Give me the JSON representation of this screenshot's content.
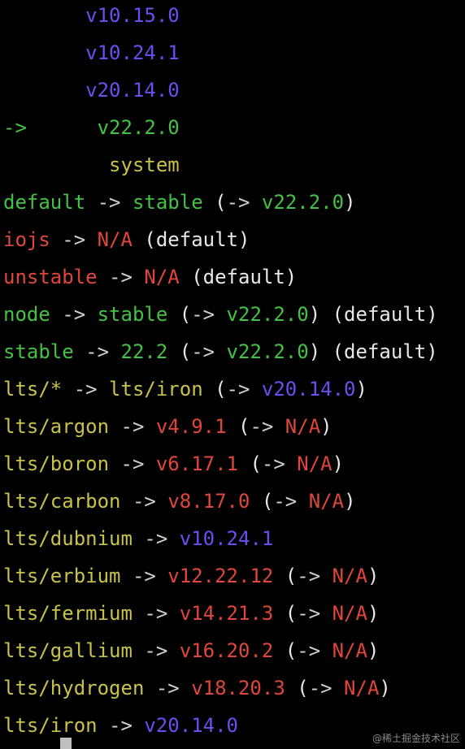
{
  "colors": {
    "background": "#000000",
    "version": "#6a4ff0",
    "green": "#44c244",
    "yellow": "#c8c24a",
    "red": "#e0463a",
    "white": "#e8e8e8"
  },
  "lines": [
    {
      "segments": [
        {
          "text": "       v10.15.0",
          "color": "version"
        }
      ]
    },
    {
      "segments": [
        {
          "text": "       v10.24.1",
          "color": "version"
        }
      ]
    },
    {
      "segments": [
        {
          "text": "       v20.14.0",
          "color": "version"
        }
      ]
    },
    {
      "segments": [
        {
          "text": "->      v22.2.0",
          "color": "green"
        }
      ]
    },
    {
      "segments": [
        {
          "text": "         system",
          "color": "yellow"
        }
      ]
    },
    {
      "segments": [
        {
          "text": "default",
          "color": "green"
        },
        {
          "text": " -> ",
          "color": "gray"
        },
        {
          "text": "stable",
          "color": "green"
        },
        {
          "text": " (",
          "color": "white"
        },
        {
          "text": "->",
          "color": "gray"
        },
        {
          "text": " v22.2.0",
          "color": "green"
        },
        {
          "text": ")",
          "color": "white"
        }
      ]
    },
    {
      "segments": [
        {
          "text": "iojs",
          "color": "red"
        },
        {
          "text": " -> ",
          "color": "gray"
        },
        {
          "text": "N/A",
          "color": "red"
        },
        {
          "text": " (default)",
          "color": "white"
        }
      ]
    },
    {
      "segments": [
        {
          "text": "unstable",
          "color": "red"
        },
        {
          "text": " -> ",
          "color": "gray"
        },
        {
          "text": "N/A",
          "color": "red"
        },
        {
          "text": " (default)",
          "color": "white"
        }
      ]
    },
    {
      "segments": [
        {
          "text": "node",
          "color": "green"
        },
        {
          "text": " -> ",
          "color": "gray"
        },
        {
          "text": "stable",
          "color": "green"
        },
        {
          "text": " (",
          "color": "white"
        },
        {
          "text": "->",
          "color": "gray"
        },
        {
          "text": " v22.2.0",
          "color": "green"
        },
        {
          "text": ") (default)",
          "color": "white"
        }
      ]
    },
    {
      "segments": [
        {
          "text": "stable",
          "color": "green"
        },
        {
          "text": " -> ",
          "color": "gray"
        },
        {
          "text": "22.2",
          "color": "green"
        },
        {
          "text": " (",
          "color": "white"
        },
        {
          "text": "->",
          "color": "gray"
        },
        {
          "text": " v22.2.0",
          "color": "green"
        },
        {
          "text": ") (default)",
          "color": "white"
        }
      ]
    },
    {
      "segments": [
        {
          "text": "lts/*",
          "color": "yellow"
        },
        {
          "text": " -> ",
          "color": "gray"
        },
        {
          "text": "lts/iron",
          "color": "yellow"
        },
        {
          "text": " (",
          "color": "white"
        },
        {
          "text": "->",
          "color": "gray"
        },
        {
          "text": " v20.14.0",
          "color": "version"
        },
        {
          "text": ")",
          "color": "white"
        }
      ]
    },
    {
      "segments": [
        {
          "text": "lts/argon",
          "color": "yellow"
        },
        {
          "text": " -> ",
          "color": "gray"
        },
        {
          "text": "v4.9.1",
          "color": "red"
        },
        {
          "text": " (",
          "color": "white"
        },
        {
          "text": "->",
          "color": "gray"
        },
        {
          "text": " N/A",
          "color": "red"
        },
        {
          "text": ")",
          "color": "white"
        }
      ]
    },
    {
      "segments": [
        {
          "text": "lts/boron",
          "color": "yellow"
        },
        {
          "text": " -> ",
          "color": "gray"
        },
        {
          "text": "v6.17.1",
          "color": "red"
        },
        {
          "text": " (",
          "color": "white"
        },
        {
          "text": "->",
          "color": "gray"
        },
        {
          "text": " N/A",
          "color": "red"
        },
        {
          "text": ")",
          "color": "white"
        }
      ]
    },
    {
      "segments": [
        {
          "text": "lts/carbon",
          "color": "yellow"
        },
        {
          "text": " -> ",
          "color": "gray"
        },
        {
          "text": "v8.17.0",
          "color": "red"
        },
        {
          "text": " (",
          "color": "white"
        },
        {
          "text": "->",
          "color": "gray"
        },
        {
          "text": " N/A",
          "color": "red"
        },
        {
          "text": ")",
          "color": "white"
        }
      ]
    },
    {
      "segments": [
        {
          "text": "lts/dubnium",
          "color": "yellow"
        },
        {
          "text": " -> ",
          "color": "gray"
        },
        {
          "text": "v10.24.1",
          "color": "version"
        }
      ]
    },
    {
      "segments": [
        {
          "text": "lts/erbium",
          "color": "yellow"
        },
        {
          "text": " -> ",
          "color": "gray"
        },
        {
          "text": "v12.22.12",
          "color": "red"
        },
        {
          "text": " (",
          "color": "white"
        },
        {
          "text": "->",
          "color": "gray"
        },
        {
          "text": " N/A",
          "color": "red"
        },
        {
          "text": ")",
          "color": "white"
        }
      ]
    },
    {
      "segments": [
        {
          "text": "lts/fermium",
          "color": "yellow"
        },
        {
          "text": " -> ",
          "color": "gray"
        },
        {
          "text": "v14.21.3",
          "color": "red"
        },
        {
          "text": " (",
          "color": "white"
        },
        {
          "text": "->",
          "color": "gray"
        },
        {
          "text": " N/A",
          "color": "red"
        },
        {
          "text": ")",
          "color": "white"
        }
      ]
    },
    {
      "segments": [
        {
          "text": "lts/gallium",
          "color": "yellow"
        },
        {
          "text": " -> ",
          "color": "gray"
        },
        {
          "text": "v16.20.2",
          "color": "red"
        },
        {
          "text": " (",
          "color": "white"
        },
        {
          "text": "->",
          "color": "gray"
        },
        {
          "text": " N/A",
          "color": "red"
        },
        {
          "text": ")",
          "color": "white"
        }
      ]
    },
    {
      "segments": [
        {
          "text": "lts/hydrogen",
          "color": "yellow"
        },
        {
          "text": " -> ",
          "color": "gray"
        },
        {
          "text": "v18.20.3",
          "color": "red"
        },
        {
          "text": " (",
          "color": "white"
        },
        {
          "text": "->",
          "color": "gray"
        },
        {
          "text": " N/A",
          "color": "red"
        },
        {
          "text": ")",
          "color": "white"
        }
      ]
    },
    {
      "segments": [
        {
          "text": "lts/iron",
          "color": "yellow"
        },
        {
          "text": " -> ",
          "color": "gray"
        },
        {
          "text": "v20.14.0",
          "color": "version"
        }
      ]
    }
  ],
  "watermark": "@稀土掘金技术社区"
}
